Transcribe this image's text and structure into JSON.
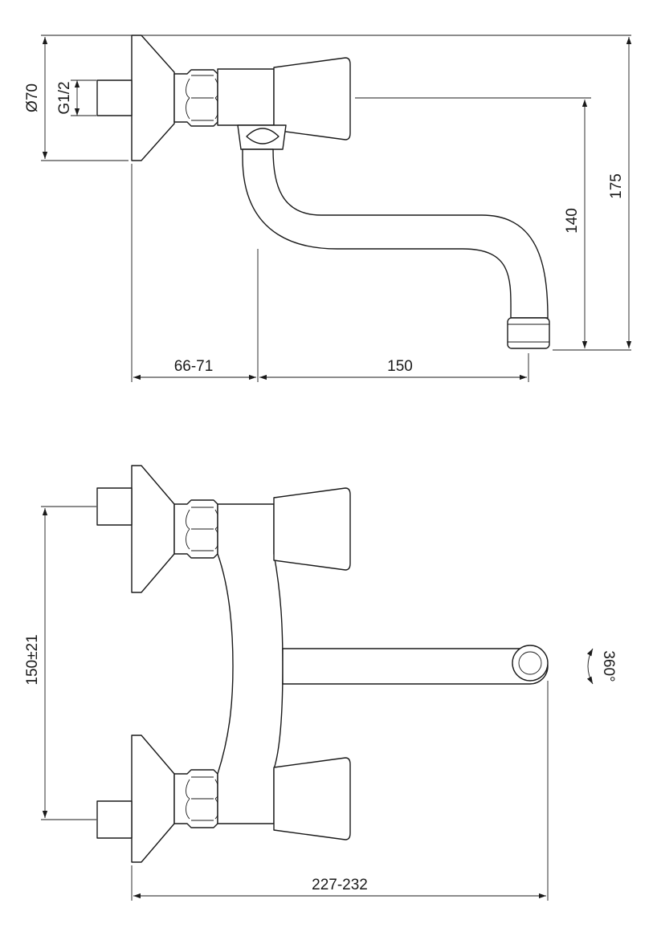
{
  "dimensions": {
    "top_view": {
      "flange_diameter": "Ø70",
      "thread": "G1/2",
      "offset": "66-71",
      "spout_reach": "150",
      "spout_height": "140",
      "overall_height": "175"
    },
    "front_view": {
      "centre_distance": "150±21",
      "overall_width": "227-232",
      "rotation": "360°"
    }
  }
}
